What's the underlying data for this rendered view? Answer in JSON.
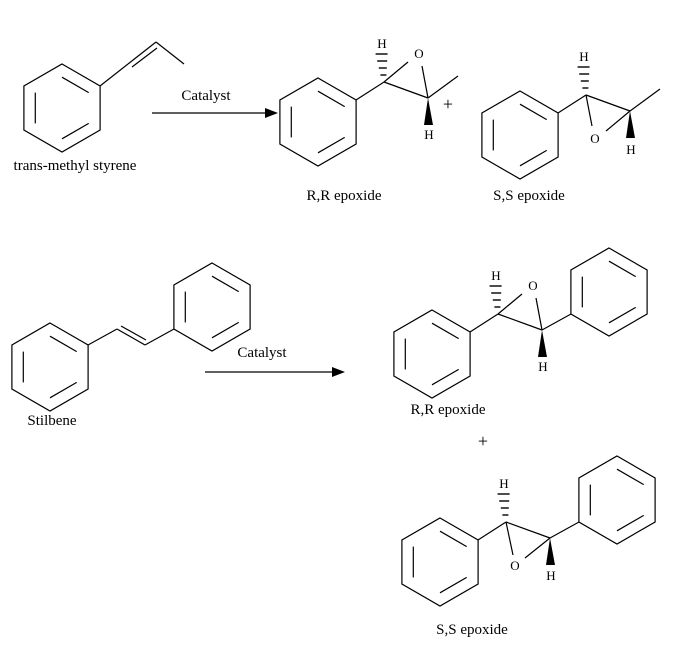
{
  "atoms": {
    "oxygen": "O",
    "hydrogen": "H"
  },
  "reaction1": {
    "reactant_label": "trans-methyl styrene",
    "catalyst_label": "Catalyst",
    "plus_sign": "+",
    "product1_label": "R,R epoxide",
    "product2_label": "S,S epoxide"
  },
  "reaction2": {
    "reactant_label": "Stilbene",
    "catalyst_label": "Catalyst",
    "plus_sign": "+",
    "product1_label": "R,R epoxide",
    "product2_label": "S,S epoxide"
  },
  "colors": {
    "bond": "#000000",
    "background": "#ffffff",
    "text": "#000000"
  }
}
